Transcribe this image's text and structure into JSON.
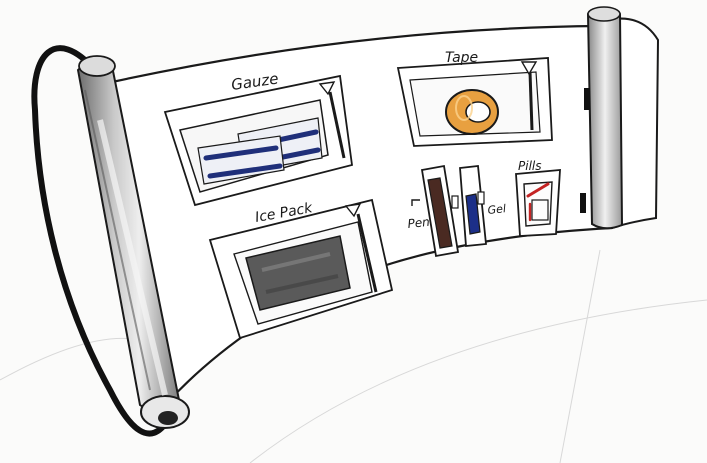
{
  "panel": {
    "compartments": {
      "gauze": {
        "label": "Gauze"
      },
      "tape": {
        "label": "Tape"
      },
      "ice_pack": {
        "label": "Ice Pack"
      },
      "pen": {
        "label": "Pen"
      },
      "gel": {
        "label": "Gel"
      },
      "pills": {
        "label": "Pills"
      }
    }
  },
  "colors": {
    "ink": "#1a1a1a",
    "roller_gray": "#9a9a9a",
    "gauze_blue": "#1f2f7a",
    "tape_orange": "#e8a040",
    "pen_brown": "#4a2a22",
    "gel_blue": "#1c2f88",
    "pill_red": "#c42424",
    "ice_gray": "#5a5a5a"
  },
  "icons": [
    "slider-handle-icon",
    "arrow-icon"
  ]
}
